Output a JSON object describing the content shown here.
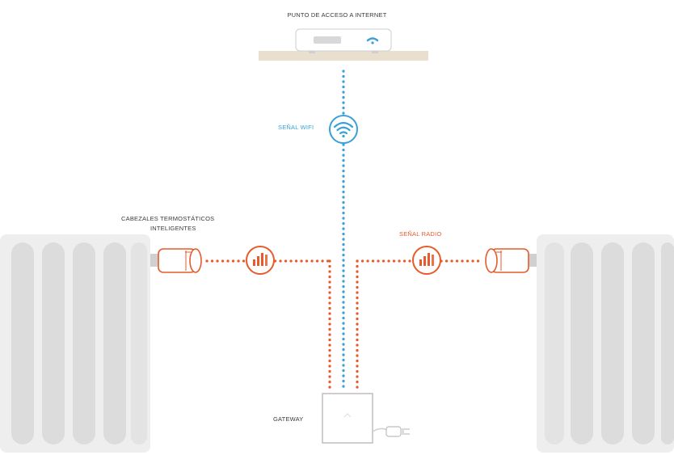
{
  "labels": {
    "internet_access_point": "PUNTO DE ACCESO A INTERNET",
    "wifi_signal": "SEÑAL WIFI",
    "thermostatic_heads_line1": "CABEZALES TERMOSTÁTICOS",
    "thermostatic_heads_line2": "INTELIGENTES",
    "radio_signal": "SEÑAL RADIO",
    "gateway": "GATEWAY"
  },
  "colors": {
    "wifi_blue": "#3aa0d8",
    "radio_orange": "#e85a2c",
    "label_dark": "#3a3a3a",
    "radiator_fill": "#eeeeee",
    "radiator_fin": "#dcdcdc",
    "shelf": "#e9dfcf"
  },
  "icons": {
    "wifi": "wifi-icon",
    "radio": "radio-signal-icon",
    "router": "router-icon",
    "gateway": "gateway-icon",
    "plug": "power-plug-icon",
    "valve": "thermostatic-valve-icon"
  }
}
